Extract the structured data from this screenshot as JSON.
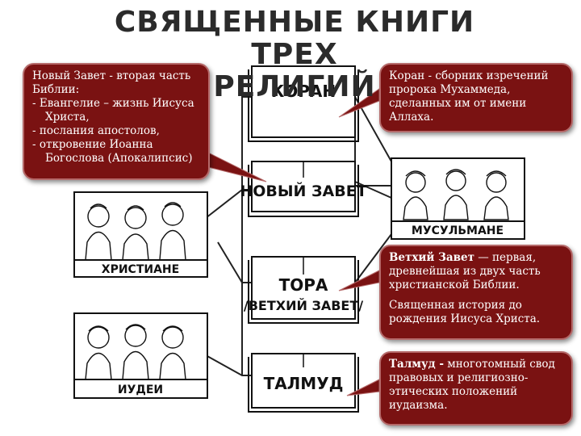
{
  "title_line1": "СВЯЩЕННЫЕ КНИГИ ТРЕХ",
  "title_line2": "РЕЛИГИЙ",
  "books": {
    "koran": "КОРАН",
    "new_testament": "НОВЫЙ ЗАВЕТ",
    "torah_line1": "ТОРА",
    "torah_line2": "/ВЕТХИЙ ЗАВЕТ/",
    "talmud": "ТАЛМУД"
  },
  "groups": {
    "christians": "ХРИСТИАНЕ",
    "muslims": "МУСУЛЬМАНЕ",
    "jews": "ИУДЕИ"
  },
  "callouts": {
    "new_testament": {
      "intro": "Новый Завет - вторая часть Библии:",
      "items": [
        "- Евангелие – жизнь Иисуса Христа,",
        "- послания апостолов,",
        "- откровение Иоанна Богослова (Апокалипсис)"
      ]
    },
    "koran": {
      "text": "Коран - сборник изречений пророка Мухаммеда, сделанных им от имени Аллаха."
    },
    "old_testament": {
      "term": "Ветхий Завет",
      "text": " — первая, древнейшая из двух часть христианской Библии.",
      "text2": "Священная история до рождения Иисуса Христа."
    },
    "talmud": {
      "term": "Талмуд -",
      "text": " многотомный свод правовых и религиозно-этических положений иудаизма."
    }
  },
  "colors": {
    "callout_bg": "#7a1212",
    "title": "#2b2b2b"
  }
}
